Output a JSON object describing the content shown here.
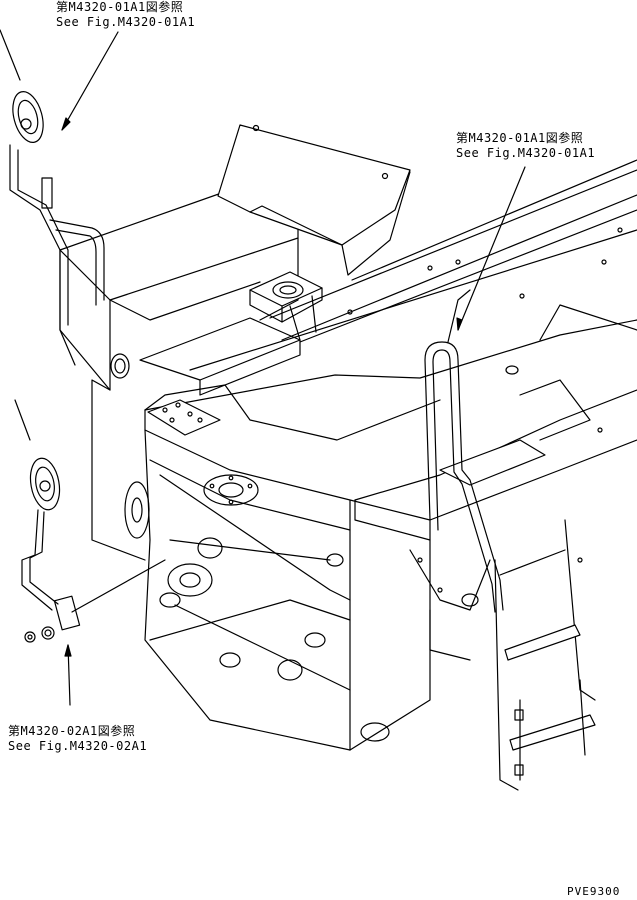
{
  "references": {
    "top_left": {
      "jp": "第M4320-01A1図参照",
      "en": "See Fig.M4320-01A1"
    },
    "right": {
      "jp": "第M4320-01A1図参照",
      "en": "See Fig.M4320-01A1"
    },
    "bottom_left": {
      "jp": "第M4320-02A1図参照",
      "en": "See Fig.M4320-02A1"
    }
  },
  "figure_code": "PVE9300",
  "colors": {
    "line": "#000000",
    "background": "#ffffff"
  }
}
